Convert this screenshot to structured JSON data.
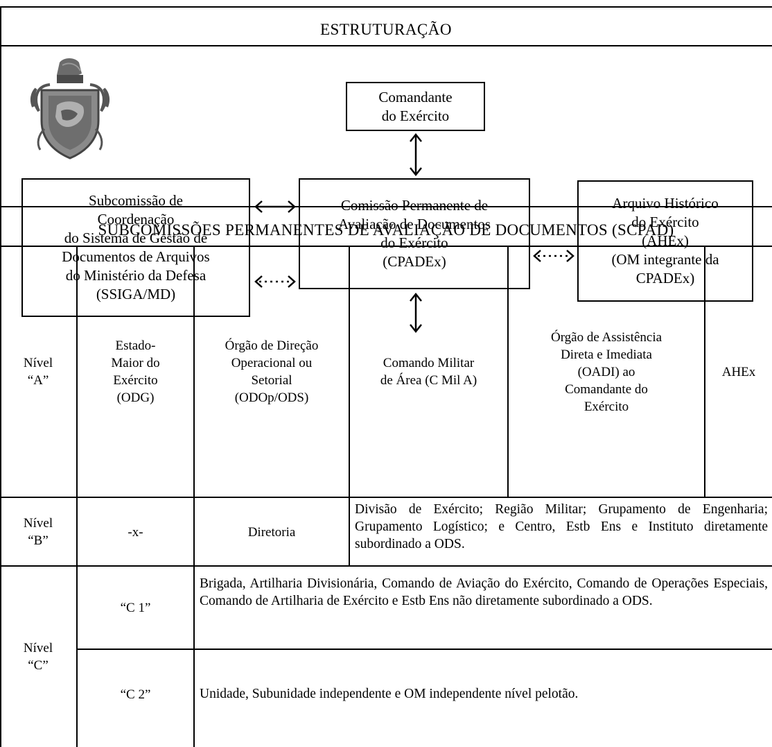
{
  "header": {
    "title": "ESTRUTURAÇÃO"
  },
  "logo": {
    "name": "crest-emblem"
  },
  "org_chart": {
    "commander": "Comandante\ndo Exército",
    "ssiga": "Subcomissão de\nCoordenação\ndo Sistema de Gestão de\nDocumentos de Arquivos\ndo Ministério da Defesa\n(SSIGA/MD)",
    "cpadex": "Comissão Permanente de\nAvaliação de Documentos\ndo Exército\n(CPADEx)",
    "ahex": "Arquivo Histórico\ndo Exército\n(AHEx)\n(OM integrante da\nCPADEx)"
  },
  "scpad": {
    "title": "SUBCOMISSÕES PERMANENTES DE AVALIAÇÃO DE DOCUMENTOS (SCPAD)",
    "level_a": {
      "label": "Nível\n“A”",
      "cells": [
        "Estado-\nMaior do\nExército\n(ODG)",
        "Órgão de Direção\nOperacional ou\nSetorial\n(ODOp/ODS)",
        "Comando Militar\nde Área (C Mil A)",
        "Órgão de Assistência\nDireta e Imediata\n(OADI) ao\nComandante do\nExército",
        "AHEx"
      ]
    },
    "level_b": {
      "label": "Nível\n“B”",
      "col1": "-x-",
      "col2": "Diretoria",
      "desc": "Divisão de Exército; Região Militar; Grupamento de Engenharia; Grupamento Logístico; e Centro, Estb Ens e Instituto diretamente subordinado a ODS."
    },
    "level_c": {
      "label": "Nível\n“C”",
      "c1_label": "“C 1”",
      "c1_desc": "Brigada, Artilharia Divisionária, Comando de Aviação do Exército, Comando de Operações Especiais, Comando de Artilharia de Exército e Estb Ens não diretamente subordinado a ODS.",
      "c2_label": "“C 2”",
      "c2_desc": "Unidade, Subunidade independente e OM independente nível pelotão."
    }
  }
}
